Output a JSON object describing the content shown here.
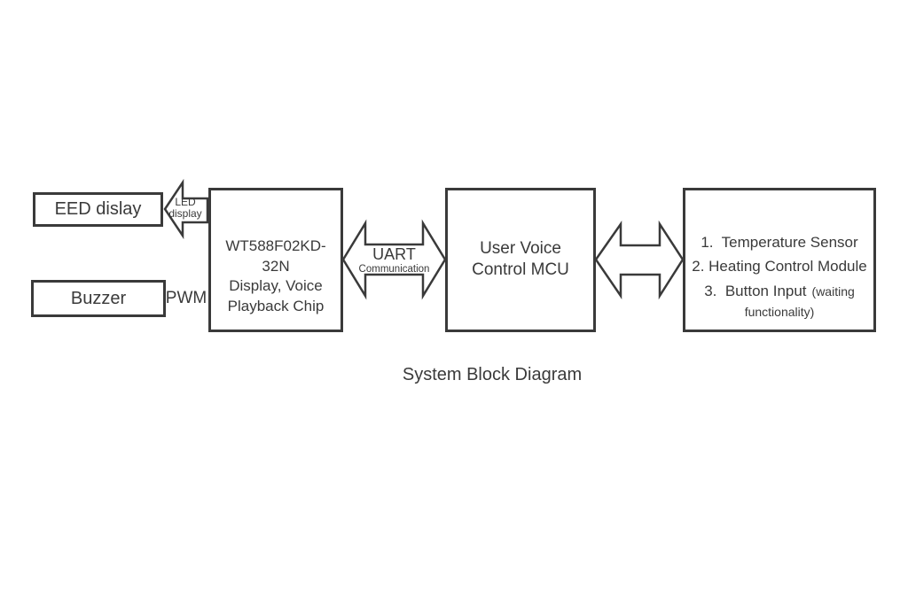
{
  "diagram": {
    "caption": "System Block Diagram",
    "colors": {
      "line": "#3a3a3a",
      "text": "#3a3a3a",
      "background": "#ffffff"
    },
    "boxes": {
      "eed_display": {
        "label": "EED dislay"
      },
      "buzzer": {
        "label": "Buzzer"
      },
      "chip": {
        "lines": [
          "WT588F02KD-",
          "32N",
          "Display, Voice",
          "Playback Chip"
        ]
      },
      "mcu": {
        "lines": [
          "User Voice",
          "Control MCU"
        ]
      },
      "peripherals": {
        "item1": "1.  Temperature Sensor",
        "item2": "2. Heating Control Module",
        "item3": "3.  Button Input",
        "item3_note_line1": "(waiting",
        "item3_note_line2": "functionality)"
      }
    },
    "connections": {
      "led": {
        "label_line1": "LED",
        "label_line2": "display"
      },
      "pwm": {
        "label": "PWM"
      },
      "uart": {
        "label": "UART",
        "sublabel": "Communication"
      }
    }
  }
}
